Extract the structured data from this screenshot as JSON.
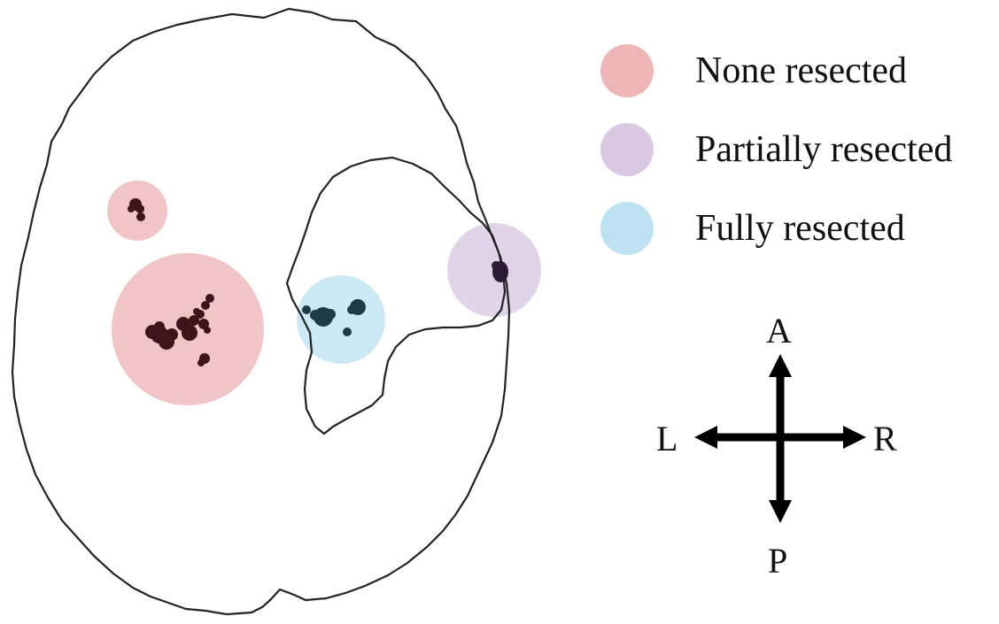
{
  "legend": {
    "items": [
      {
        "label": "None resected",
        "color": "#eeb6b6"
      },
      {
        "label": "Partially resected",
        "color": "#dac8e2"
      },
      {
        "label": "Fully resected",
        "color": "#bde3f3"
      }
    ]
  },
  "compass": {
    "anterior": "A",
    "posterior": "P",
    "left": "L",
    "right": "R"
  },
  "colors": {
    "outline": "#222222",
    "lesion_dark": "#3d1419",
    "lesion_teal": "#1d3b47",
    "lesion_purple": "#2c1b35",
    "arrow": "#000000"
  }
}
